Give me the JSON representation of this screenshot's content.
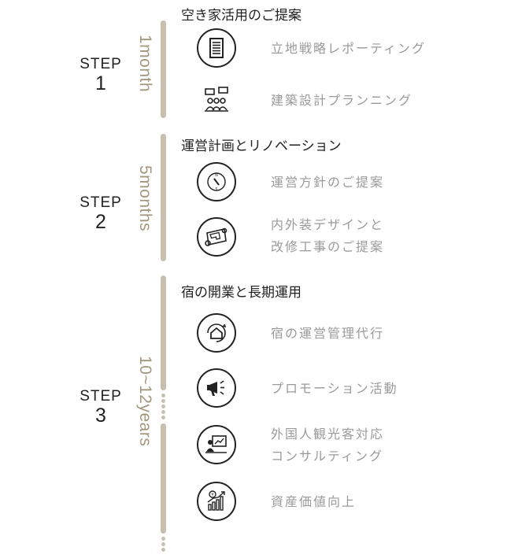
{
  "steps": [
    {
      "word": "STEP",
      "num": "1",
      "duration": "1month",
      "heading": "空き家活用のご提案",
      "items": [
        {
          "icon": "document-icon",
          "text": "立地戦略レポーティング"
        },
        {
          "icon": "meeting-icon",
          "text": "建築設計プランニング"
        }
      ]
    },
    {
      "word": "STEP",
      "num": "2",
      "duration": "5months",
      "heading": "運営計画とリノベーション",
      "items": [
        {
          "icon": "compass-icon",
          "text": "運営方針のご提案"
        },
        {
          "icon": "blueprint-icon",
          "text": "内外装デザインと\n改修工事のご提案"
        }
      ]
    },
    {
      "word": "STEP",
      "num": "3",
      "duration": "10~12years",
      "heading": "宿の開業と長期運用",
      "items": [
        {
          "icon": "house-cycle-icon",
          "text": "宿の運営管理代行"
        },
        {
          "icon": "megaphone-icon",
          "text": "プロモーション活動"
        },
        {
          "icon": "presentation-icon",
          "text": "外国人観光客対応\nコンサルティング"
        },
        {
          "icon": "asset-growth-icon",
          "text": "資産価値向上"
        }
      ]
    }
  ],
  "colors": {
    "accent": "#c9bfaf",
    "duration_text": "#a39780",
    "item_text": "#9a9a9a",
    "text": "#222222"
  }
}
